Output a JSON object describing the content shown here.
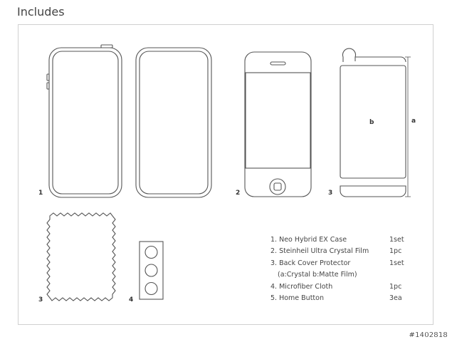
{
  "page": {
    "title": "Includes"
  },
  "figure": {
    "num_case": "1",
    "num_film": "2",
    "num_cover": "3",
    "num_cloth": "3",
    "num_button": "4",
    "dim_a": "a",
    "dim_b": "b"
  },
  "contents_list": [
    {
      "label": "1. Neo Hybrid EX Case",
      "qty": "1set"
    },
    {
      "label": "2. Steinheil Ultra Crystal Film",
      "qty": "1pc"
    },
    {
      "label": "3. Back Cover Protector",
      "qty": "1set"
    },
    {
      "label": "(a:Crystal b:Matte Film)",
      "qty": ""
    },
    {
      "label": "4. Microfiber Cloth",
      "qty": "1pc"
    },
    {
      "label": "5. Home Button",
      "qty": "3ea"
    }
  ],
  "watermark": "#1402818"
}
